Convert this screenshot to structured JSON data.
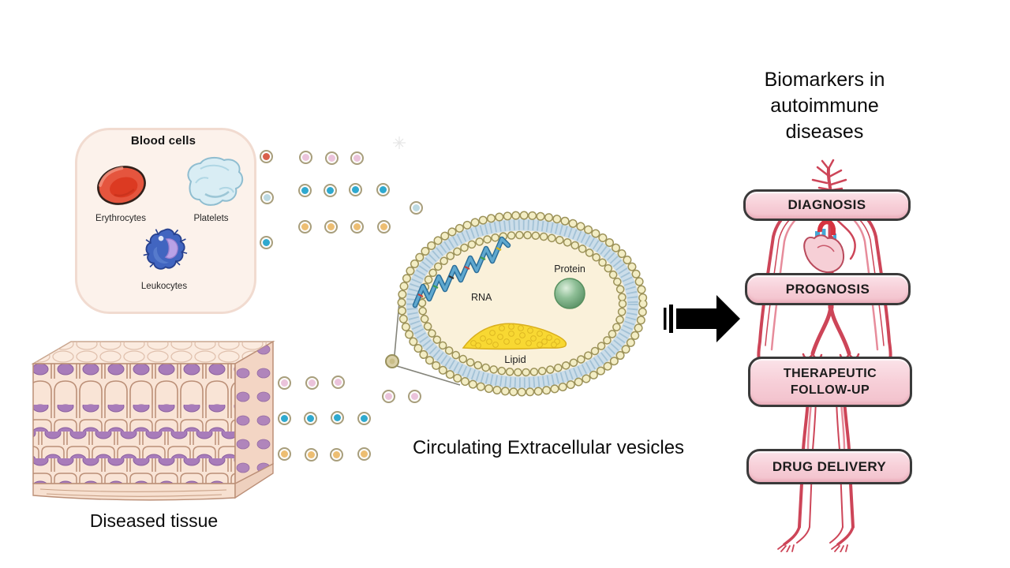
{
  "figure": {
    "blood_panel": {
      "title": "Blood cells",
      "erythrocytes": "Erythrocytes",
      "platelets": "Platelets",
      "leukocytes": "Leukocytes"
    },
    "tissue_caption": "Diseased tissue",
    "ev": {
      "rna": "RNA",
      "protein": "Protein",
      "lipid": "Lipid",
      "caption": "Circulating Extracellular vesicles"
    },
    "right": {
      "title_line1": "Biomarkers in",
      "title_line2": "autoimmune",
      "title_line3": "diseases",
      "banners": {
        "diagnosis": "DIAGNOSIS",
        "prognosis": "PROGNOSIS",
        "therapeutic": "THERAPEUTIC\nFOLLOW-UP",
        "drug": "DRUG DELIVERY"
      }
    }
  },
  "floating_vesicles": {
    "ring": "#A89E7C",
    "palette": {
      "red": "#D95F4A",
      "pink": "#EBC3DB",
      "teal": "#2FA9CF",
      "orange": "#EDBE72",
      "lightblue": "#BCD9E2"
    },
    "dots": [
      [
        338,
        199,
        "red"
      ],
      [
        388,
        200,
        "pink"
      ],
      [
        421,
        201,
        "pink"
      ],
      [
        453,
        201,
        "pink"
      ],
      [
        339,
        251,
        "lightblue"
      ],
      [
        387,
        242,
        "teal"
      ],
      [
        419,
        242,
        "teal"
      ],
      [
        451,
        241,
        "teal"
      ],
      [
        486,
        241,
        "teal"
      ],
      [
        528,
        264,
        "lightblue"
      ],
      [
        387,
        288,
        "orange"
      ],
      [
        420,
        288,
        "orange"
      ],
      [
        453,
        288,
        "orange"
      ],
      [
        487,
        288,
        "orange"
      ],
      [
        338,
        308,
        "teal"
      ],
      [
        361,
        486,
        "pink"
      ],
      [
        396,
        486,
        "pink"
      ],
      [
        429,
        485,
        "pink"
      ],
      [
        493,
        503,
        "pink"
      ],
      [
        526,
        503,
        "pink"
      ],
      [
        361,
        531,
        "teal"
      ],
      [
        394,
        531,
        "teal"
      ],
      [
        428,
        530,
        "teal"
      ],
      [
        462,
        531,
        "teal"
      ],
      [
        361,
        576,
        "orange"
      ],
      [
        395,
        577,
        "orange"
      ],
      [
        427,
        577,
        "orange"
      ],
      [
        462,
        576,
        "orange"
      ]
    ]
  },
  "colors": {
    "background": "#FFFFFF",
    "panel_fill": "#FCF2EB",
    "panel_border": "#F1DBD0",
    "erythrocyte_red": "#E5553E",
    "platelet_blue": "#D9EDF4",
    "leukocyte_blue": "#4165C0",
    "leukocyte_nucleus": "#B9A2E6",
    "tissue_front": "#F9E4D6",
    "tissue_nucleus": "#A87CBA",
    "membrane_bead_fill": "#F3EDC4",
    "membrane_bead_edge": "#9C9259",
    "membrane_band": "#CBDDE9",
    "vesicle_interior": "#FAF1DA",
    "protein_green": "#6CA87C",
    "lipid_yellow": "#F8D832",
    "rna_blue": "#5FA8CF",
    "arrow_black": "#000000",
    "banner_fill": "#F7CFD8",
    "banner_border": "#3A3A3A",
    "vessel_red": "#CD4558",
    "text": "#111111"
  }
}
